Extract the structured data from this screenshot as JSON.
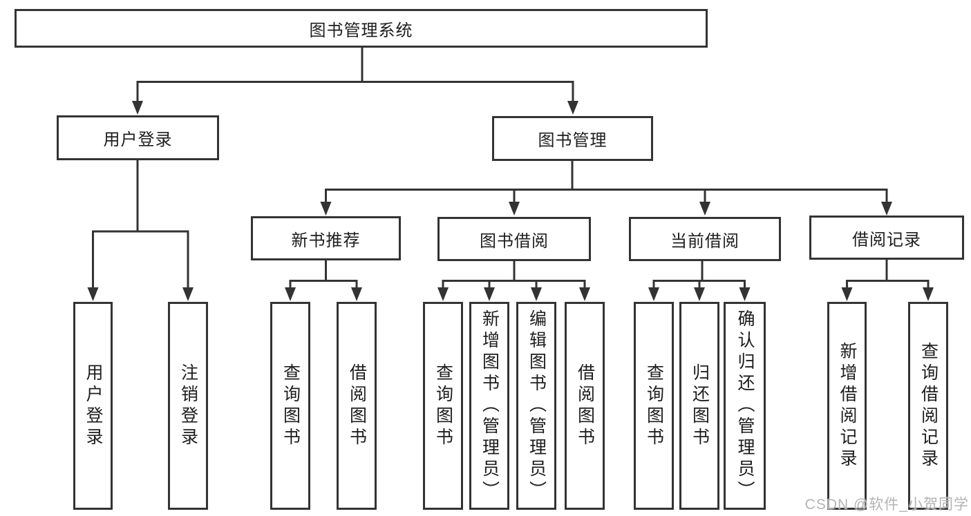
{
  "colors": {
    "line": "#333333",
    "text": "#1d1d1f",
    "watermark": "#b3b3b3"
  },
  "watermark": {
    "text": "CSDN @软件_小贺同学"
  },
  "tree": {
    "label": "图书管理系统",
    "children": [
      {
        "label": "用户登录",
        "children": [
          {
            "label": "用户登录"
          },
          {
            "label": "注销登录"
          }
        ]
      },
      {
        "label": "图书管理",
        "children": [
          {
            "label": "新书推荐",
            "children": [
              {
                "label": "查询图书"
              },
              {
                "label": "借阅图书"
              }
            ]
          },
          {
            "label": "图书借阅",
            "children": [
              {
                "label": "查询图书"
              },
              {
                "label": "新增图书（管理员）"
              },
              {
                "label": "编辑图书（管理员）"
              },
              {
                "label": "借阅图书"
              }
            ]
          },
          {
            "label": "当前借阅",
            "children": [
              {
                "label": "查询图书"
              },
              {
                "label": "归还图书"
              },
              {
                "label": "确认归还（管理员）"
              }
            ]
          },
          {
            "label": "借阅记录",
            "children": [
              {
                "label": "新增借阅记录"
              },
              {
                "label": "查询借阅记录"
              }
            ]
          }
        ]
      }
    ]
  }
}
